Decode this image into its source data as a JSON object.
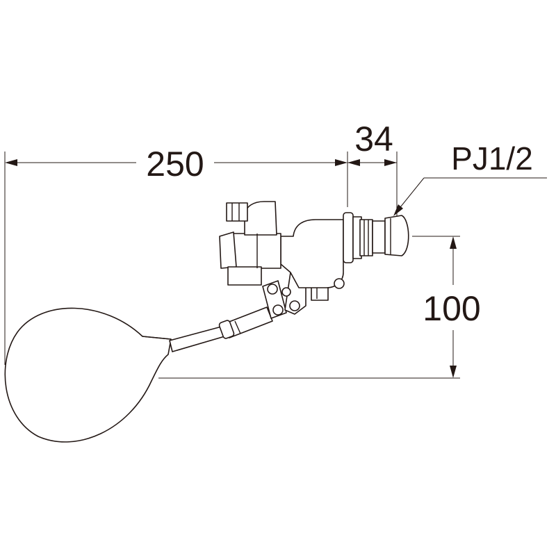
{
  "diagram": {
    "dimensions": {
      "overall_length": "250",
      "fitting_length": "34",
      "height": "100"
    },
    "thread_label": "PJ1/2",
    "colors": {
      "line": "#231815",
      "background": "#ffffff"
    }
  }
}
